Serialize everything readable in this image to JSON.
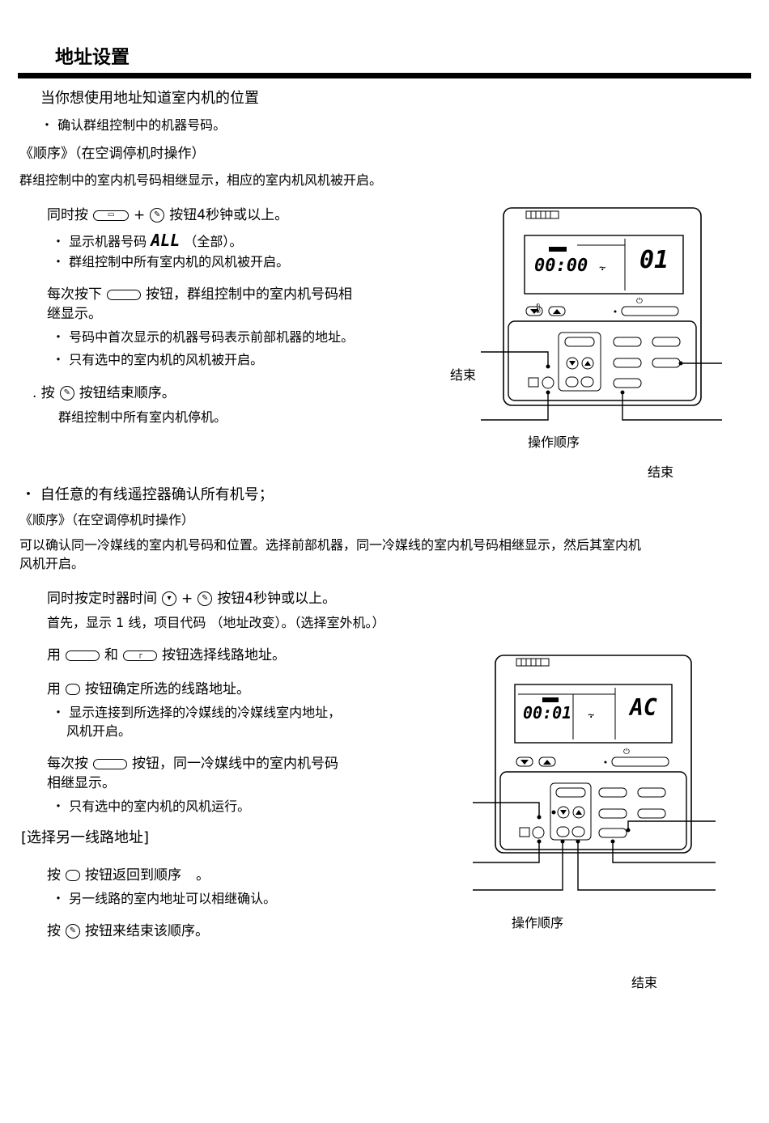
{
  "title": "地址设置",
  "sec1": {
    "heading": "当你想使用地址知道室内机的位置",
    "bullet": "・ 确认群组控制中的机器号码。",
    "order": "《顺序》（在空调停机时操作）",
    "desc": "群组控制中的室内机号码相继显示，相应的室内机风机被开启。",
    "step1_a": "同时按",
    "step1_plus": "+",
    "step1_b": "按钮4秒钟或以上。",
    "step1_note1_a": "・ 显示机器号码",
    "step1_note1_lcd": "ALL",
    "step1_note1_b": "（全部）。",
    "step1_note2": "・ 群组控制中所有室内机的风机被开启。",
    "step2_a": "每次按下",
    "step2_b": "按钮，群组控制中的室内机号码相",
    "step2_c": "继显示。",
    "step2_note1": "・ 号码中首次显示的机器号码表示前部机器的地址。",
    "step2_note2": "・ 只有选中的室内机的风机被开启。",
    "step3_a": ". 按",
    "step3_b": "按钮结束顺序。",
    "step3_note": "群组控制中所有室内机停机。"
  },
  "sec2": {
    "heading": "・  自任意的有线遥控器确认所有机号；",
    "order": "《顺序》（在空调停机时操作）",
    "desc1": "可以确认同一冷媒线的室内机号码和位置。选择前部机器，同一冷媒线的室内机号码相继显示，然后其室内机",
    "desc2": "风机开启。",
    "step1_a": "同时按定时器时间",
    "step1_plus": "+",
    "step1_b": "按钮4秒钟或以上。",
    "step1_note": "首先，显示 1 线，项目代码      （地址改变）。（选择室外机。）",
    "step2_a": "用",
    "step2_and": "和",
    "step2_b": "按钮选择线路地址。",
    "step3_a": "用",
    "step3_b": "按钮确定所选的线路地址。",
    "step3_note1": "・ 显示连接到所选择的冷媒线的冷媒线室内地址，",
    "step3_note2": "风机开启。",
    "step4_a": "每次按",
    "step4_b": "按钮，同一冷媒线中的室内机号码",
    "step4_c": "相继显示。",
    "step4_note": "・ 只有选中的室内机的风机运行。",
    "other_heading": "[选择另一线路地址]",
    "step5_a": "按",
    "step5_b": "按钮返回到顺序",
    "step5_c": "。",
    "step5_note": "・ 另一线路的室内地址可以相继确认。",
    "step6_a": "按",
    "step6_b": "按钮来结束该顺序。"
  },
  "fig1": {
    "lcd_time": "00:00",
    "lcd_unit": "01",
    "label_end_left": "结束",
    "label_op": "操作顺序",
    "label_end_bottom": "结束"
  },
  "fig2": {
    "lcd_time": "00:01",
    "lcd_code": "AC",
    "label_op": "操作顺序",
    "label_end_bottom": "结束"
  }
}
